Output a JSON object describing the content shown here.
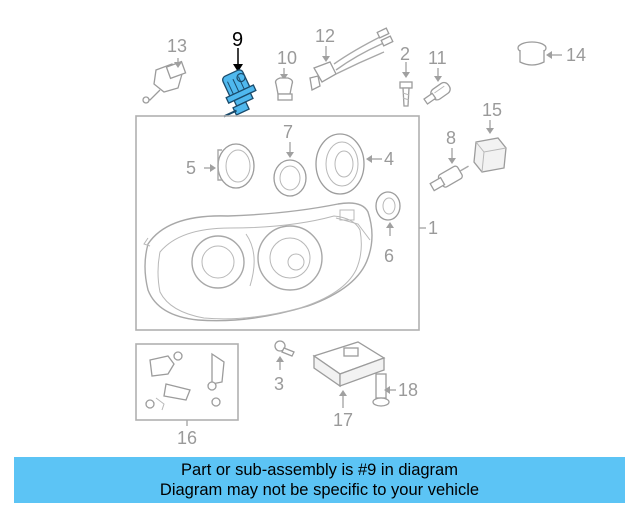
{
  "callouts": {
    "c1": "1",
    "c2": "2",
    "c3": "3",
    "c4": "4",
    "c5": "5",
    "c6": "6",
    "c7": "7",
    "c8": "8",
    "c9": "9",
    "c10": "10",
    "c11": "11",
    "c12": "12",
    "c13": "13",
    "c14": "14",
    "c15": "15",
    "c16": "16",
    "c17": "17",
    "c18": "18"
  },
  "highlighted_part": "9",
  "colors": {
    "highlight_fill": "#4fb8ee",
    "banner": "#5cc4f5",
    "line_art": "#a8a8a8"
  },
  "banner": {
    "line1": "Part or sub-assembly is #9 in diagram",
    "line2": "Diagram may not be specific to your vehicle"
  }
}
